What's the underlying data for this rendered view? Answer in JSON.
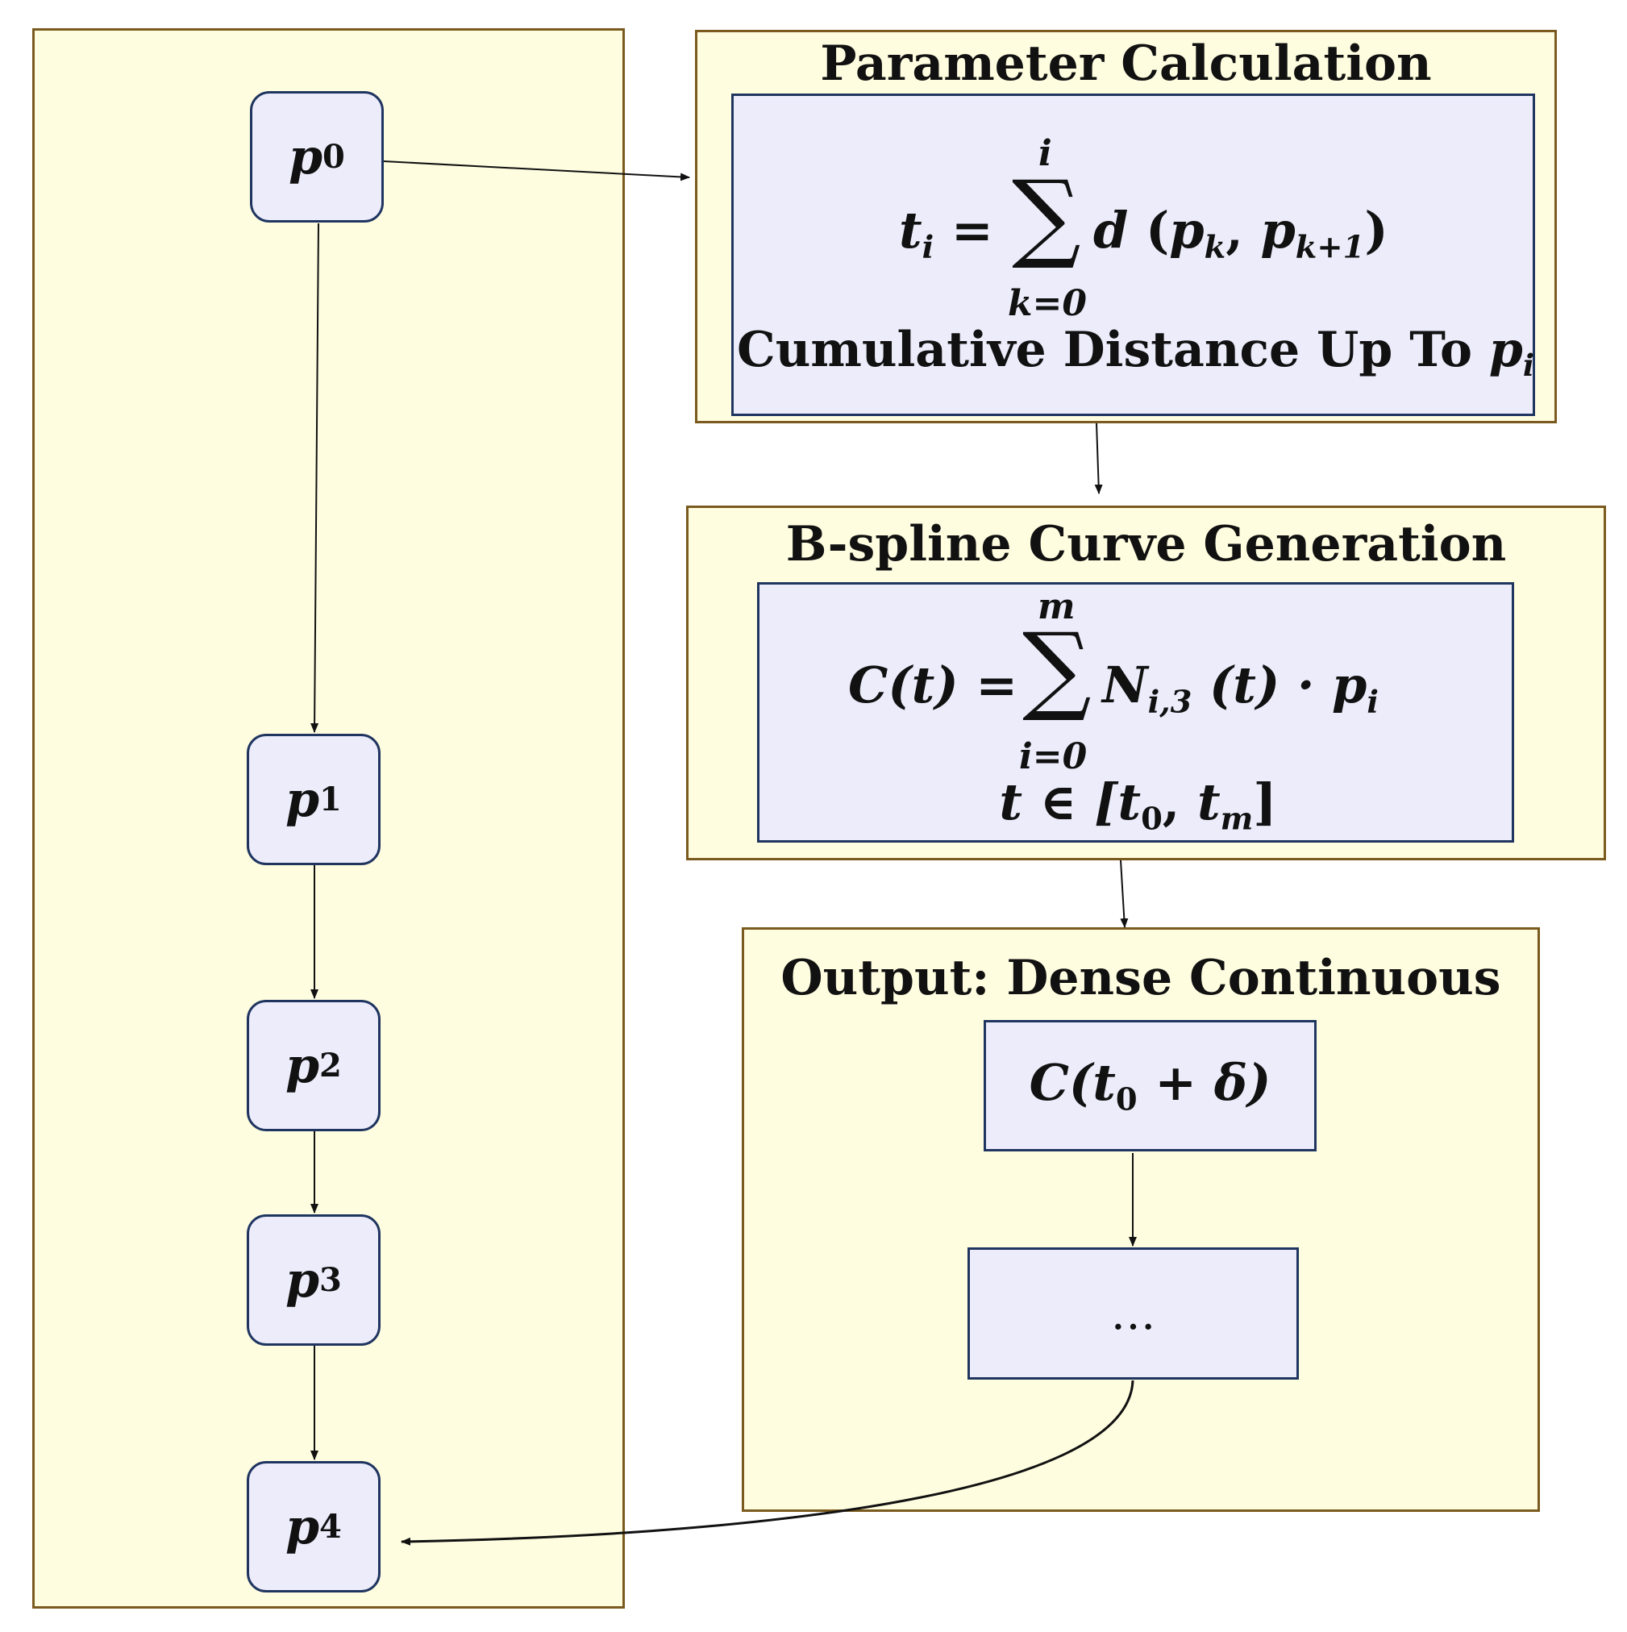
{
  "nodes": [
    {
      "sym": "p",
      "sub": "0"
    },
    {
      "sym": "p",
      "sub": "1"
    },
    {
      "sym": "p",
      "sub": "2"
    },
    {
      "sym": "p",
      "sub": "3"
    },
    {
      "sym": "p",
      "sub": "4"
    }
  ],
  "param": {
    "title": "Parameter Calculation",
    "lhs": "t",
    "lhs_sub": "i",
    "sum_upper": "i",
    "sum_lower": "k=0",
    "rhs_fn": "d",
    "rhs_open": " (",
    "rhs_a": "p",
    "rhs_a_sub": "k",
    "rhs_comma": ", ",
    "rhs_b": "p",
    "rhs_b_sub": "k+1",
    "rhs_close": ")",
    "caption": "Cumulative Distance Up To ",
    "caption_sym": "p",
    "caption_sub": "i"
  },
  "bspline": {
    "title": "B-spline Curve Generation",
    "lhs": "C(t) =",
    "sum_upper": "m",
    "sum_lower": "i=0",
    "basis": "N",
    "basis_sub": "i,3",
    "basis_arg": " (t) · ",
    "pt": "p",
    "pt_sub": "i",
    "range_pre": "t ∈ [",
    "range_a": "t",
    "range_a_sub": "0",
    "range_comma": ", ",
    "range_b": "t",
    "range_b_sub": "m",
    "range_close": "]"
  },
  "output": {
    "title": "Output: Dense Continuous",
    "first_pre": "C(",
    "first_t": "t",
    "first_sub": "0",
    "first_post": " + δ)",
    "second": "…"
  },
  "colors": {
    "panel_fill": "#fffde0",
    "panel_border": "#7a5a1e",
    "box_fill": "#ececfb",
    "box_border": "#1f3560"
  }
}
